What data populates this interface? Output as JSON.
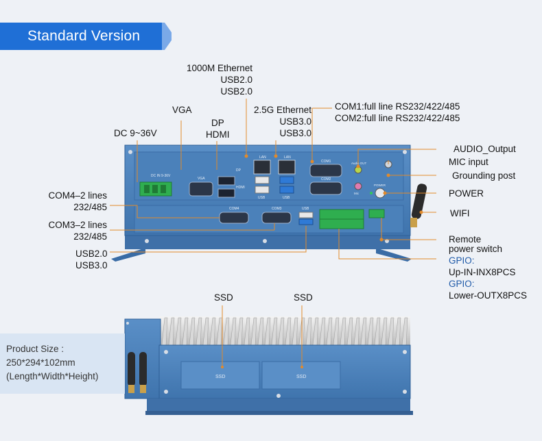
{
  "banner": {
    "title": "Standard Version",
    "color": "#1f6fd6"
  },
  "labels": {
    "eth1": "1000M Ethernet",
    "usb20a": "USB2.0",
    "usb20b": "USB2.0",
    "vga": "VGA",
    "dp": "DP",
    "hdmi": "HDMI",
    "dc": "DC 9~36V",
    "eth25": "2.5G Ethernet",
    "usb30a": "USB3.0",
    "usb30b": "USB3.0",
    "com1": "COM1:full line RS232/422/485",
    "com2": "COM2:full line RS232/422/485",
    "audio": "AUDIO_Output",
    "mic": "MIC input",
    "ground": "Grounding post",
    "power": "POWER",
    "wifi": "WIFI",
    "com4a": "COM4–2 lines",
    "com4b": "232/485",
    "com3a": "COM3–2 lines",
    "com3b": "232/485",
    "usbb1": "USB2.0",
    "usbb2": "USB3.0",
    "remote1": "Remote",
    "remote2": "power switch",
    "gpio1": "GPIO:",
    "gpio1d": "Up-IN-INX8PCS",
    "gpio2": "GPIO:",
    "gpio2d": "Lower-OUTX8PCS",
    "ssd1": "SSD",
    "ssd2": "SSD"
  },
  "product": {
    "line1": "Product Size :",
    "line2": "250*294*102mm",
    "line3": "(Length*Width*Height)"
  },
  "device": {
    "panel_labels": {
      "dc_in": "DC IN 9-36V",
      "vga": "VGA",
      "dp": "DP",
      "hdmi": "HDMI",
      "lan1": "LAN",
      "lan2": "LAN",
      "usb1": "USB",
      "usb2": "USB",
      "com1": "COM1",
      "com2": "COM2",
      "audio": "Audio OUT",
      "mic": "Mic",
      "power": "POWER",
      "com4": "COM4",
      "com3": "COM3",
      "usb3": "USB",
      "ssd1": "SSD",
      "ssd2": "SSD"
    }
  }
}
